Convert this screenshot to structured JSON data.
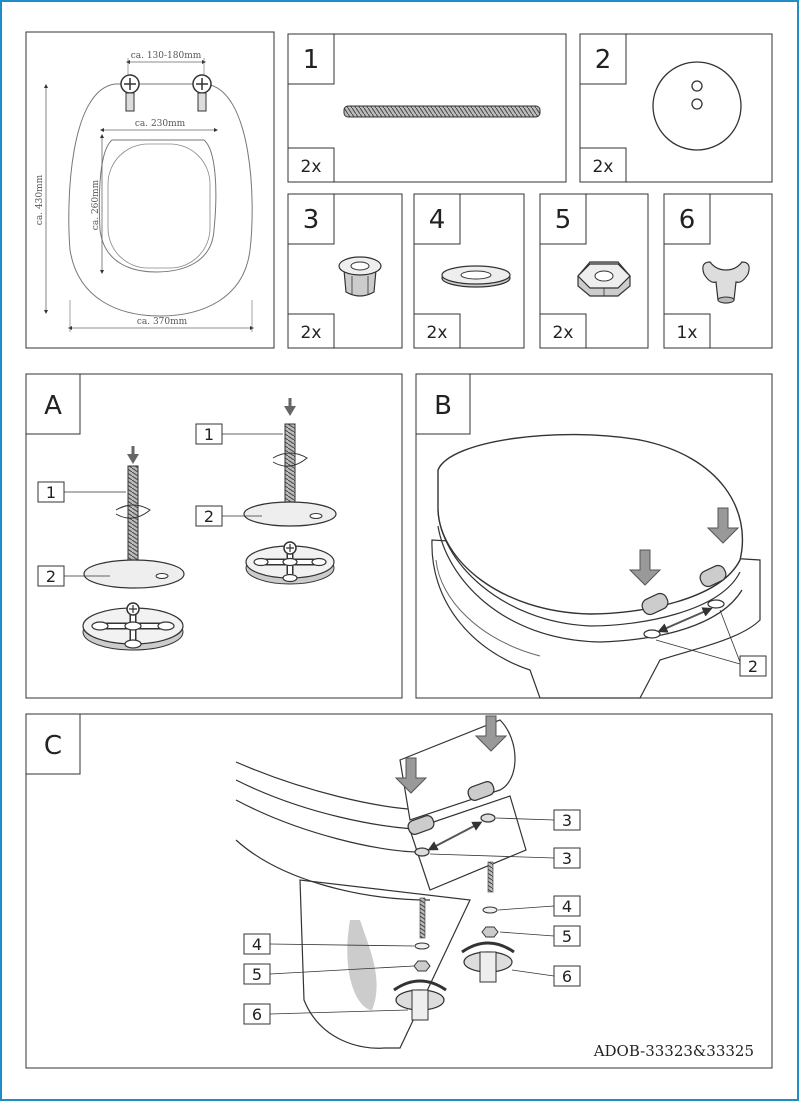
{
  "document": {
    "model_code": "ADOB-33323&33325",
    "colors": {
      "frame": "#1e8fc6",
      "line": "#333333",
      "shade": "#9a9a9a"
    }
  },
  "dimensions": {
    "hinge_spacing": "ca. 130-180mm",
    "opening_width": "ca. 230mm",
    "opening_length": "ca. 260mm",
    "seat_length": "ca. 430mm",
    "seat_width": "ca. 370mm"
  },
  "parts": [
    {
      "number": "1",
      "quantity": "2x",
      "icon": "threaded-rod-icon"
    },
    {
      "number": "2",
      "quantity": "2x",
      "icon": "disc-plate-icon"
    },
    {
      "number": "3",
      "quantity": "2x",
      "icon": "plug-bushing-icon"
    },
    {
      "number": "4",
      "quantity": "2x",
      "icon": "washer-icon"
    },
    {
      "number": "5",
      "quantity": "2x",
      "icon": "hex-nut-icon"
    },
    {
      "number": "6",
      "quantity": "1x",
      "icon": "wing-tool-icon"
    }
  ],
  "steps": {
    "a": {
      "label": "A",
      "callouts": [
        "1",
        "2",
        "1",
        "2"
      ]
    },
    "b": {
      "label": "B",
      "callouts": [
        "2"
      ]
    },
    "c": {
      "label": "C",
      "callouts": [
        "3",
        "3",
        "4",
        "5",
        "6",
        "4",
        "5",
        "6"
      ]
    }
  }
}
